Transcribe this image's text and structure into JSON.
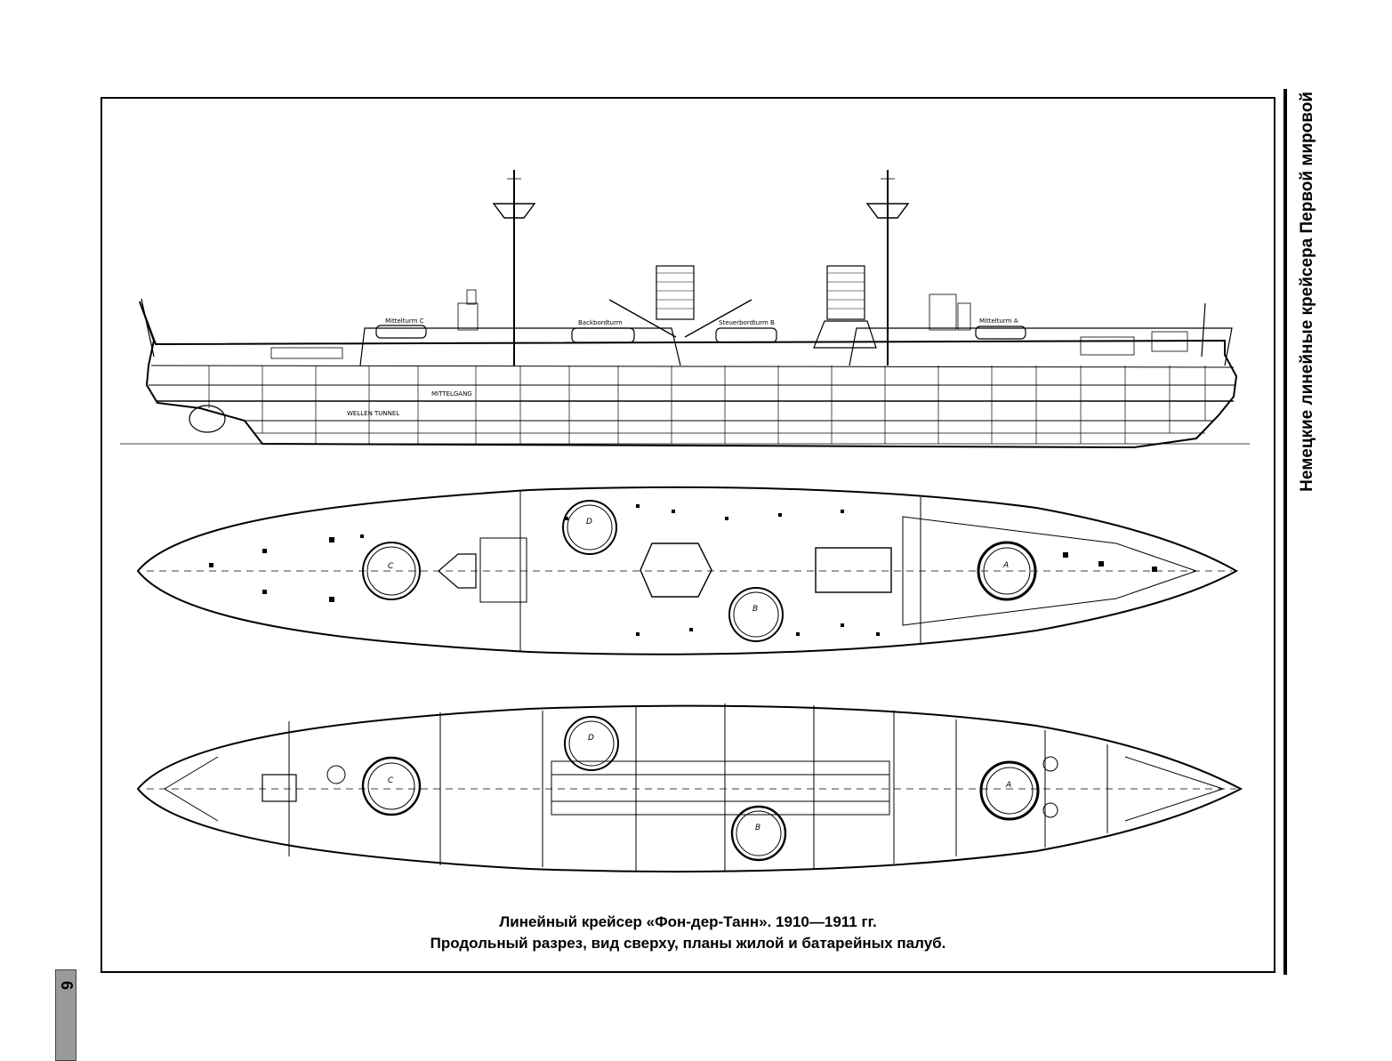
{
  "caption": {
    "line1": "Линейный крейсер «Фон-дер-Танн». 1910—1911 гг.",
    "line2": "Продольный разрез, вид сверху, планы жилой и батарейных палуб."
  },
  "side_title": "Немецкие линейные крейсера Первой мировой",
  "page_number": "6",
  "drawing": {
    "profile_labels": [
      "Mittelturm C",
      "Backbordturm",
      "Steuerbordturm B",
      "Mittelturm A",
      "MITTELGANG",
      "WELLEN TUNNEL"
    ],
    "plan_turrets": [
      "C",
      "D",
      "B",
      "A"
    ]
  }
}
